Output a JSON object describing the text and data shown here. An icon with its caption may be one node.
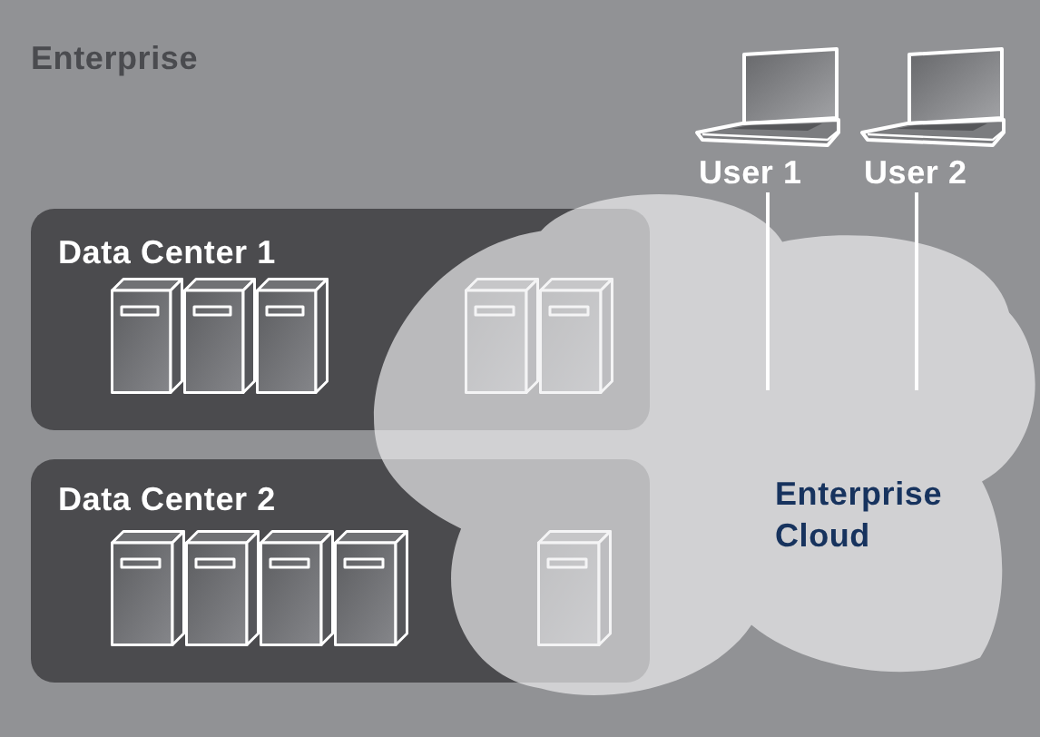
{
  "diagram": {
    "nodes": [
      {
        "text": [
          "Enterprise"
        ]
      },
      {
        "text": [
          "User 1"
        ],
        "in": 0
      },
      {
        "text": [
          "User 2"
        ],
        "in": 0
      },
      {
        "text": [
          "Data Center 1"
        ],
        "in": 0
      },
      {
        "text": [
          "Data Center 2"
        ],
        "in": 0
      },
      {
        "text": [
          "Enterprise Cloud"
        ],
        "in": 0
      }
    ],
    "edges": [
      {
        "from": 1,
        "to": 5,
        "arrow": "none"
      },
      {
        "from": 2,
        "to": 5,
        "arrow": "none"
      }
    ]
  }
}
